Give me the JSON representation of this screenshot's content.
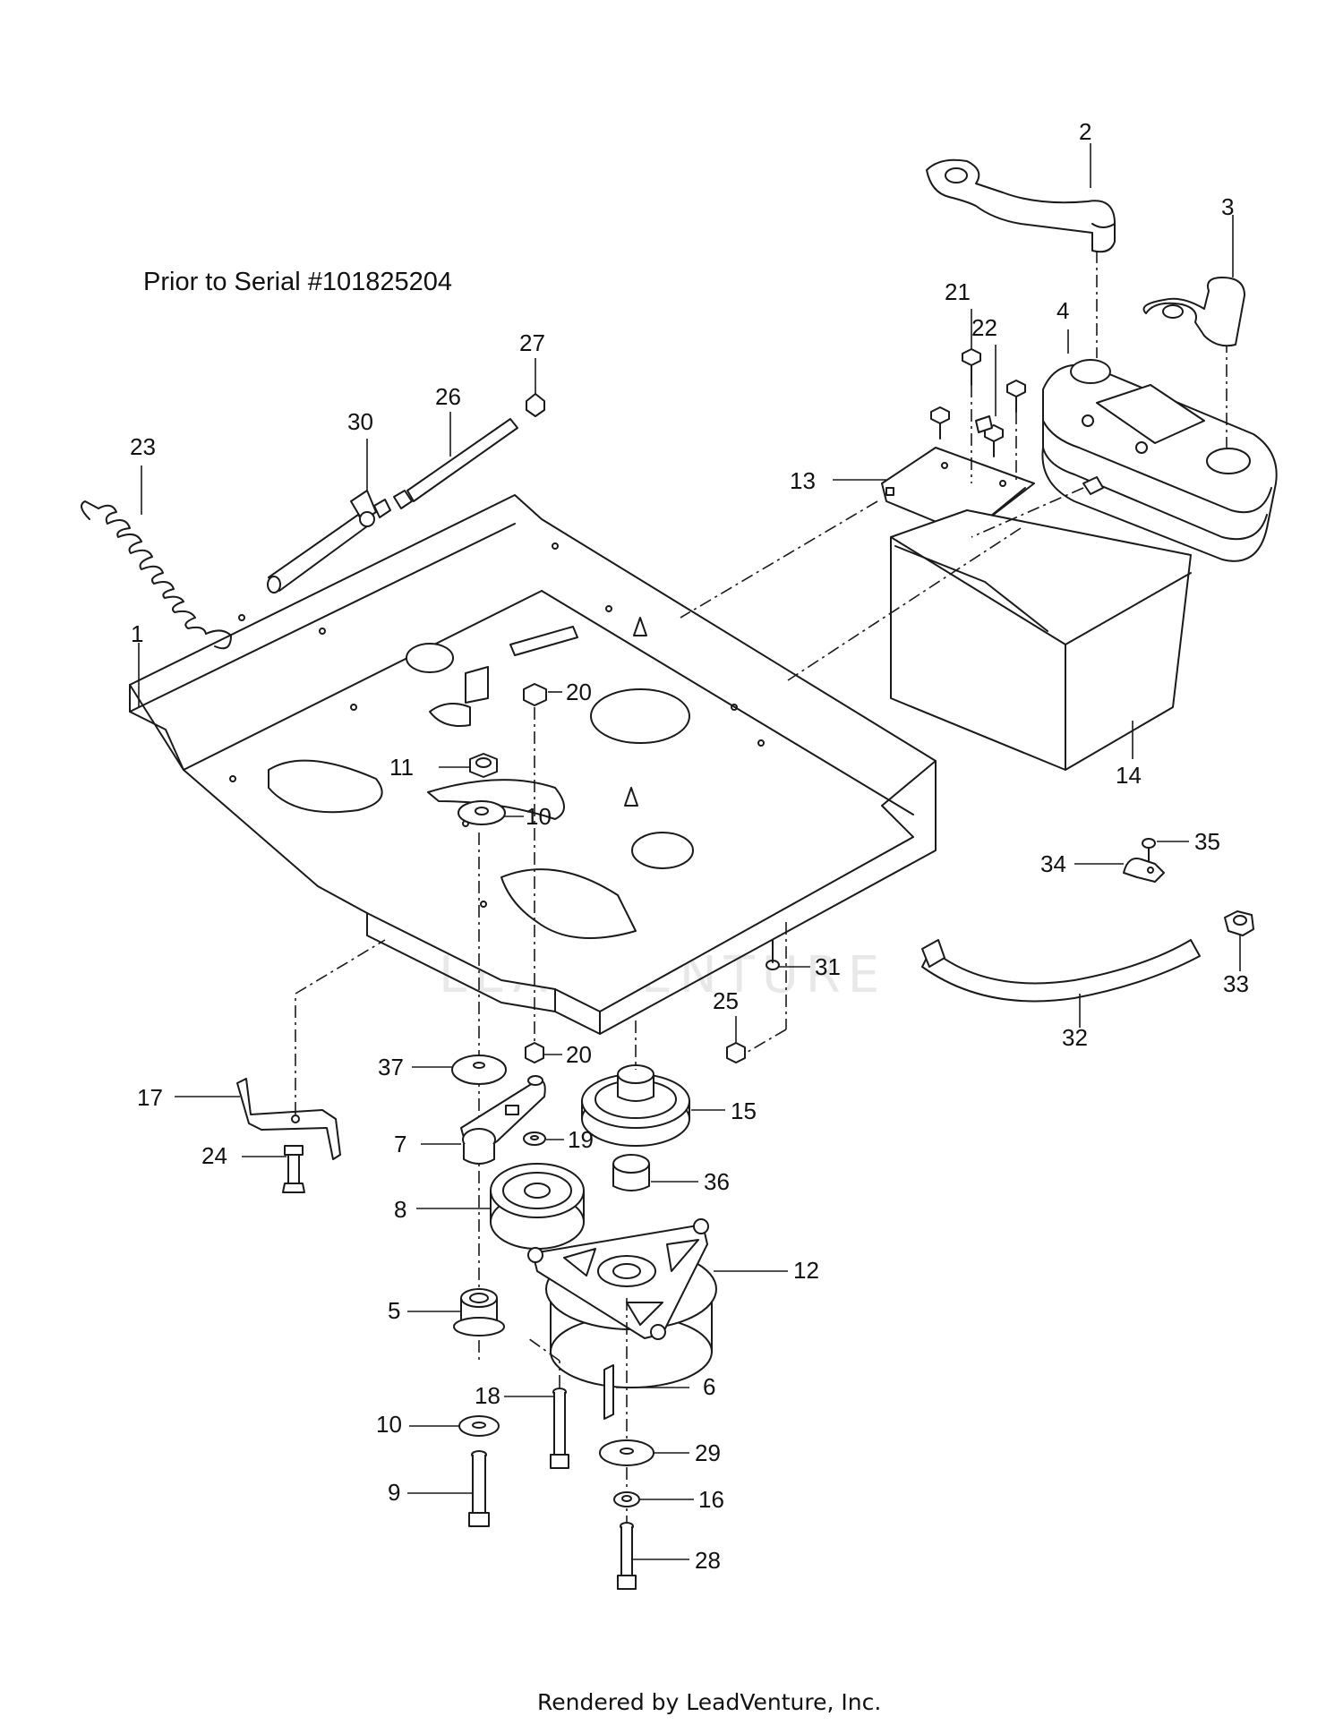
{
  "diagram": {
    "title": "Prior to Serial #101825204",
    "footer": "Rendered by LeadVenture, Inc.",
    "watermark": "LEADVENTURE",
    "callouts": [
      "1",
      "2",
      "3",
      "4",
      "5",
      "6",
      "7",
      "8",
      "9",
      "10",
      "10",
      "11",
      "12",
      "13",
      "14",
      "15",
      "16",
      "17",
      "18",
      "19",
      "20",
      "20",
      "21",
      "22",
      "23",
      "24",
      "25",
      "26",
      "27",
      "28",
      "29",
      "30",
      "31",
      "32",
      "33",
      "34",
      "35",
      "36",
      "37"
    ]
  }
}
